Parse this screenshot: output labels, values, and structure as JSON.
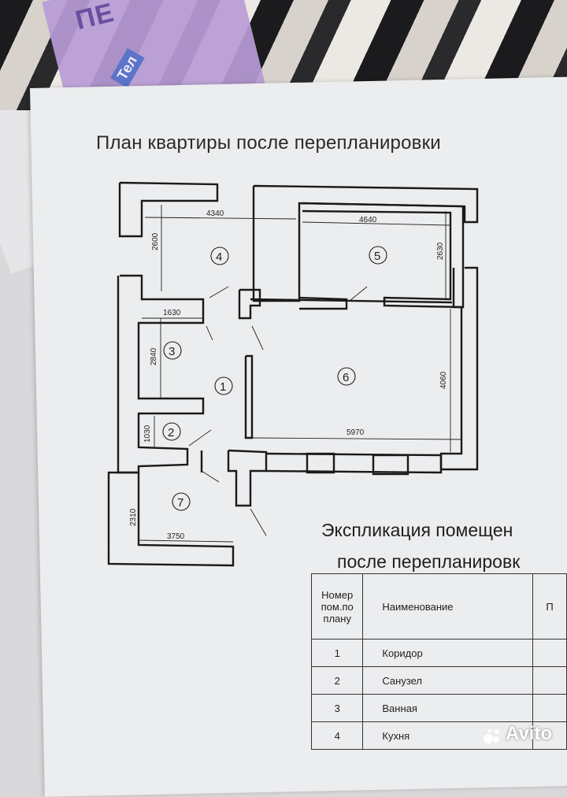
{
  "plan": {
    "title": "План квартиры после перепланировки",
    "rooms": [
      "1",
      "2",
      "3",
      "4",
      "5",
      "6",
      "7"
    ],
    "dimensions": [
      "4340",
      "4640",
      "2600",
      "2630",
      "1630",
      "2840",
      "4060",
      "1030",
      "5970",
      "2310",
      "3750"
    ]
  },
  "explication": {
    "title_line1": "Экспликация помещен",
    "title_line2": "после перепланировк",
    "headers": {
      "number_line1": "Номер",
      "number_line2": "пом.по",
      "number_line3": "плану",
      "name": "Наименование",
      "cut": "П"
    },
    "rows": [
      {
        "num": "1",
        "name": "Коридор"
      },
      {
        "num": "2",
        "name": "Санузел"
      },
      {
        "num": "3",
        "name": "Ванная"
      },
      {
        "num": "4",
        "name": "Кухня"
      }
    ]
  },
  "background": {
    "folder_text1": "ПЕ",
    "folder_text2": "Тел"
  },
  "watermark": {
    "text": "Avito",
    "icon": "avito-logo-icon"
  }
}
